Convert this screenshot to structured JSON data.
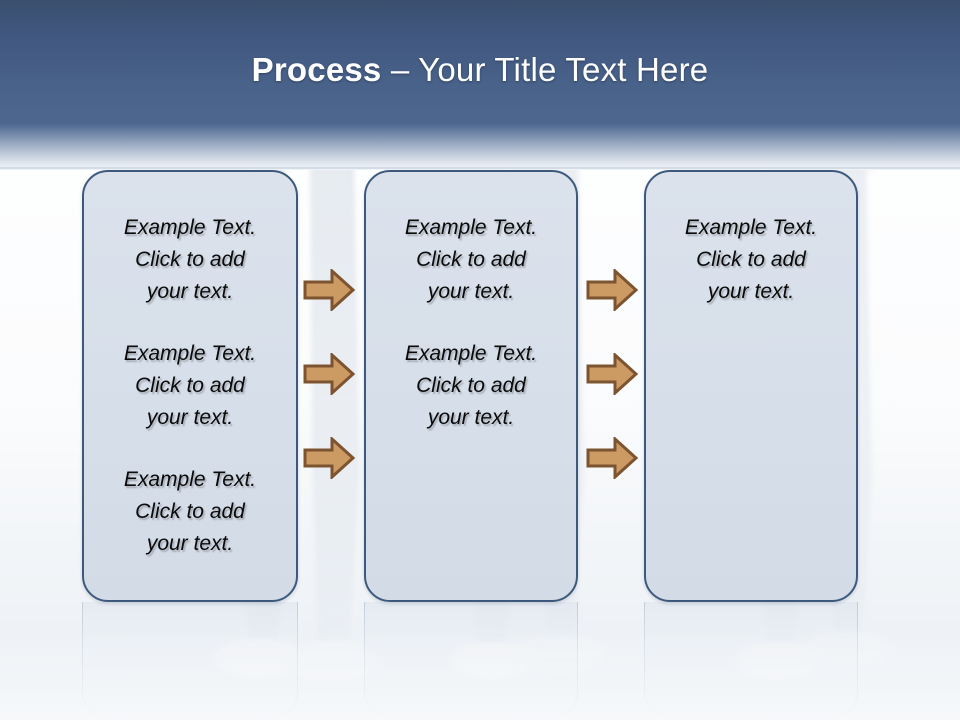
{
  "slide": {
    "title": {
      "bold_part": "Process",
      "rest_part": " – Your Title Text Here"
    },
    "theme": {
      "header_gradient_top": "#3a4f6e",
      "header_gradient_bottom": "#4e6890",
      "title_color": "#ffffff",
      "box_fill": "#d7dfea",
      "box_border": "#3d5a7d",
      "arrow_fill": "#cc9a63",
      "arrow_border": "#7d5430",
      "body_text_color": "#0a0a0a",
      "page_background": "#ffffff"
    },
    "boxes": [
      {
        "id": "box-1",
        "paragraphs": [
          "Example Text.\nClick  to add\nyour text.",
          "Example Text.\nClick  to add\nyour text.",
          "Example Text.\nClick  to add\nyour text."
        ]
      },
      {
        "id": "box-2",
        "paragraphs": [
          "Example Text.\nClick  to add\nyour text.",
          "Example Text.\nClick  to add\nyour text."
        ]
      },
      {
        "id": "box-3",
        "paragraphs": [
          "Example Text.\nClick  to add\nyour text."
        ]
      }
    ],
    "connectors": [
      {
        "id": "arrow-1-1",
        "icon": "right-arrow-icon",
        "gap": 1,
        "row": 1
      },
      {
        "id": "arrow-1-2",
        "icon": "right-arrow-icon",
        "gap": 1,
        "row": 2
      },
      {
        "id": "arrow-1-3",
        "icon": "right-arrow-icon",
        "gap": 1,
        "row": 3
      },
      {
        "id": "arrow-2-1",
        "icon": "right-arrow-icon",
        "gap": 2,
        "row": 1
      },
      {
        "id": "arrow-2-2",
        "icon": "right-arrow-icon",
        "gap": 2,
        "row": 2
      },
      {
        "id": "arrow-2-3",
        "icon": "right-arrow-icon",
        "gap": 2,
        "row": 3
      }
    ]
  }
}
